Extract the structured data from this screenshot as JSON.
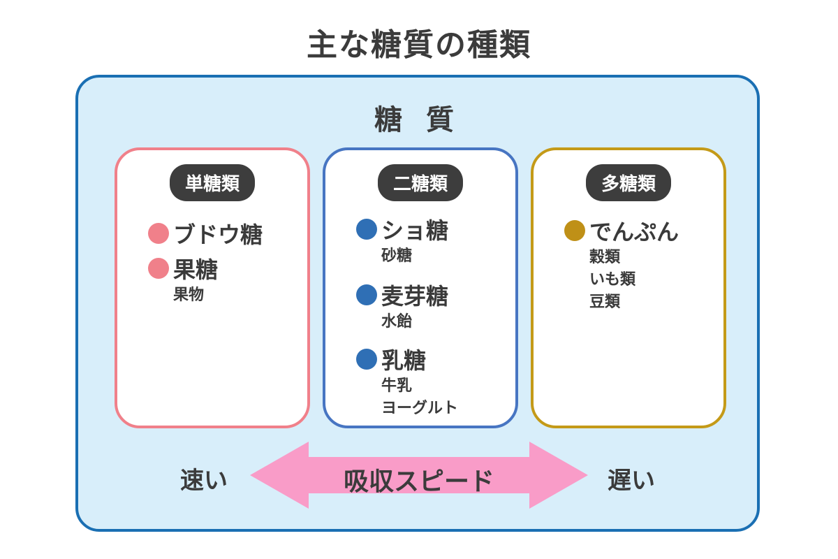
{
  "title": "主な糖質の種類",
  "carbohydrate_label": "糖 質",
  "groups": [
    {
      "badge": "単糖類",
      "color": "#f0808a",
      "items": [
        {
          "name": "ブドウ糖",
          "examples": []
        },
        {
          "name": "果糖",
          "examples": [
            "果物"
          ]
        }
      ]
    },
    {
      "badge": "二糖類",
      "color": "#2f6fb5",
      "items": [
        {
          "name": "ショ糖",
          "examples": [
            "砂糖"
          ]
        },
        {
          "name": "麦芽糖",
          "examples": [
            "水飴"
          ]
        },
        {
          "name": "乳糖",
          "examples": [
            "牛乳",
            "ヨーグルト"
          ]
        }
      ]
    },
    {
      "badge": "多糖類",
      "color": "#bf9017",
      "items": [
        {
          "name": "でんぷん",
          "examples": [
            "穀類",
            "いも類",
            "豆類"
          ]
        }
      ]
    }
  ],
  "speed": {
    "label": "吸収スピード",
    "fast": "速い",
    "slow": "遅い",
    "arrow_color": "#f99cc8"
  }
}
